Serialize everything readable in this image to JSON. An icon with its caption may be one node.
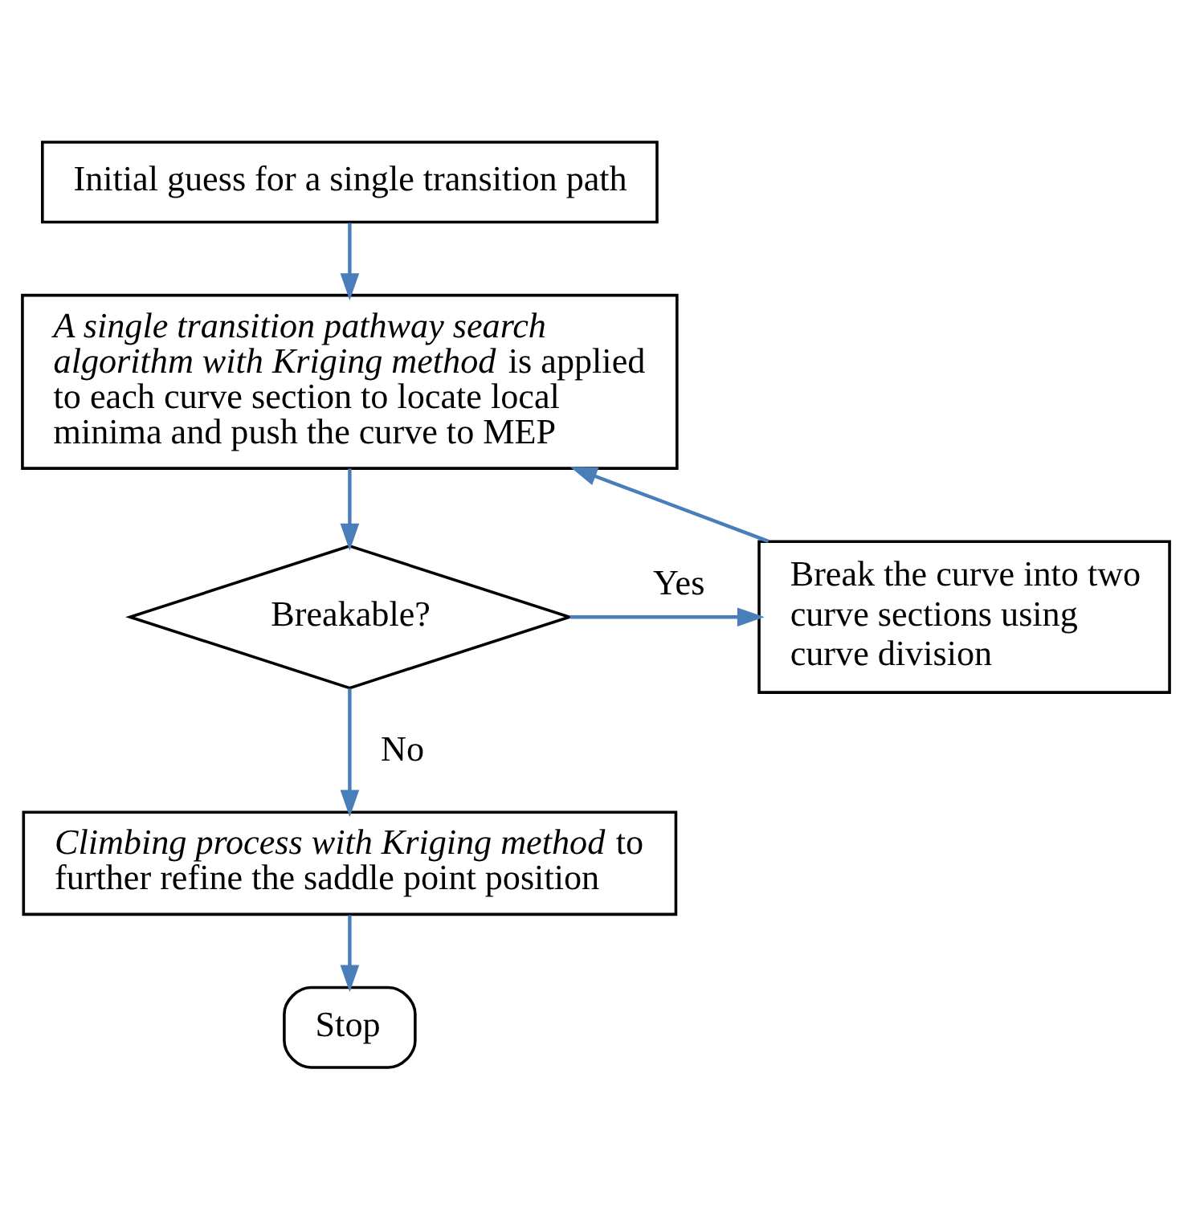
{
  "diagram": {
    "nodes": [
      {
        "text": [
          "Initial guess for a single transition path"
        ]
      },
      {
        "text": [
          "*A single transition pathway search algorithm with Kriging method* is applied to each curve section to locate local minima and push the curve to MEP"
        ]
      },
      {
        "text": [
          "Breakable?"
        ]
      },
      {
        "text": [
          "Break the curve into two curve sections using curve division"
        ]
      },
      {
        "text": [
          "*Climbing process with Kriging method* to further refine the saddle point position"
        ]
      },
      {
        "text": [
          "Stop"
        ]
      }
    ],
    "edges": [
      {
        "from": 0,
        "to": 1,
        "arrow": "to"
      },
      {
        "from": 1,
        "to": 2,
        "arrow": "to"
      },
      {
        "from": 2,
        "to": 3,
        "arrow": "to",
        "label": "Yes"
      },
      {
        "from": 3,
        "to": 1,
        "arrow": "to"
      },
      {
        "from": 2,
        "to": 4,
        "arrow": "to",
        "label": "No"
      },
      {
        "from": 4,
        "to": 5,
        "arrow": "to"
      }
    ]
  }
}
